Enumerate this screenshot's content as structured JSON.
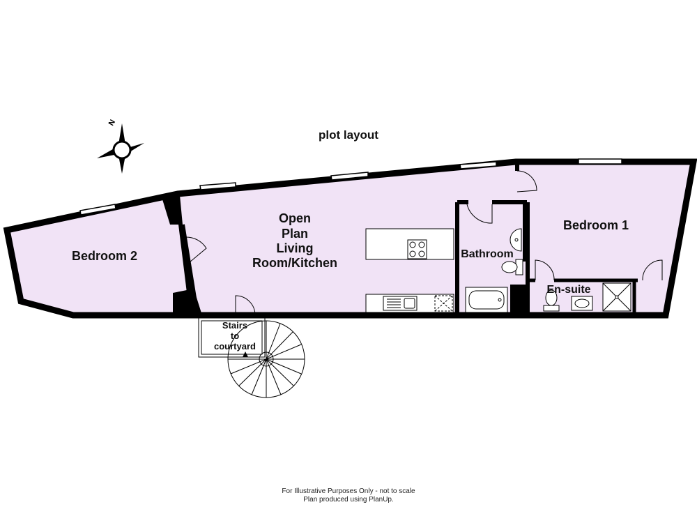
{
  "title": "plot layout",
  "compass": {
    "north_label": "N"
  },
  "rooms": {
    "bedroom2": "Bedroom 2",
    "living": [
      "Open",
      "Plan",
      "Living",
      "Room/Kitchen"
    ],
    "bathroom": "Bathroom",
    "bedroom1": "Bedroom 1",
    "ensuite": "En-suite",
    "stairs": [
      "Stairs",
      "to",
      "courtyard"
    ]
  },
  "footer": {
    "line1": "For Illustrative Purposes Only - not to scale",
    "line2": "Plan produced using PlanUp."
  },
  "colors": {
    "floor": "#f1e3f6",
    "wall": "#000000",
    "fixture": "#ffffff"
  }
}
